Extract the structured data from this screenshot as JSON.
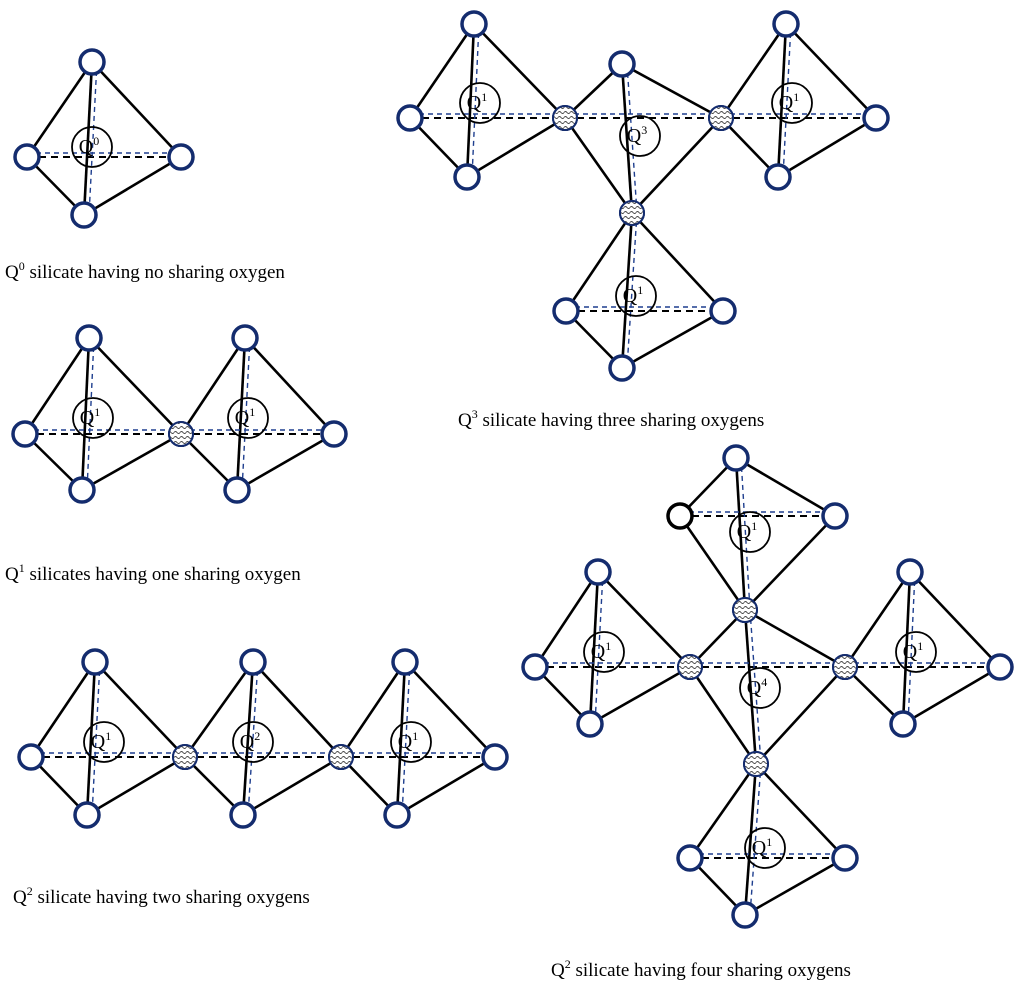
{
  "colors": {
    "oxygen_stroke": "#142c6e",
    "oxygen_fill": "#ffffff",
    "bond": "#000000",
    "hidden_bond": "#1f3f8f",
    "silicon_stroke": "#000000"
  },
  "structures": [
    {
      "id": "q0",
      "caption": {
        "base": "Q",
        "sup": "0",
        "text": " silicate having no sharing oxygen"
      },
      "tetrahedra": [
        {
          "label": {
            "base": "Q",
            "sup": "0"
          }
        }
      ]
    },
    {
      "id": "q1",
      "caption": {
        "base": "Q",
        "sup": "1",
        "text": " silicates having one sharing oxygen"
      },
      "tetrahedra": [
        {
          "label": {
            "base": "Q",
            "sup": "1"
          }
        },
        {
          "label": {
            "base": "Q",
            "sup": "1"
          }
        }
      ]
    },
    {
      "id": "q2",
      "caption": {
        "base": "Q",
        "sup": "2",
        "text": " silicate having two sharing oxygens"
      },
      "tetrahedra": [
        {
          "label": {
            "base": "Q",
            "sup": "1"
          }
        },
        {
          "label": {
            "base": "Q",
            "sup": "2"
          }
        },
        {
          "label": {
            "base": "Q",
            "sup": "1"
          }
        }
      ]
    },
    {
      "id": "q3",
      "caption": {
        "base": "Q",
        "sup": "3",
        "text": " silicate having three sharing oxygens"
      },
      "tetrahedra": [
        {
          "label": {
            "base": "Q",
            "sup": "1"
          }
        },
        {
          "label": {
            "base": "Q",
            "sup": "3"
          }
        },
        {
          "label": {
            "base": "Q",
            "sup": "1"
          }
        },
        {
          "label": {
            "base": "Q",
            "sup": "1"
          }
        }
      ]
    },
    {
      "id": "q4",
      "caption": {
        "base": "Q",
        "sup": "2",
        "text": " silicate having four sharing oxygens"
      },
      "tetrahedra": [
        {
          "label": {
            "base": "Q",
            "sup": "1"
          }
        },
        {
          "label": {
            "base": "Q",
            "sup": "1"
          }
        },
        {
          "label": {
            "base": "Q",
            "sup": "4"
          }
        },
        {
          "label": {
            "base": "Q",
            "sup": "1"
          }
        },
        {
          "label": {
            "base": "Q",
            "sup": "1"
          }
        }
      ]
    }
  ]
}
